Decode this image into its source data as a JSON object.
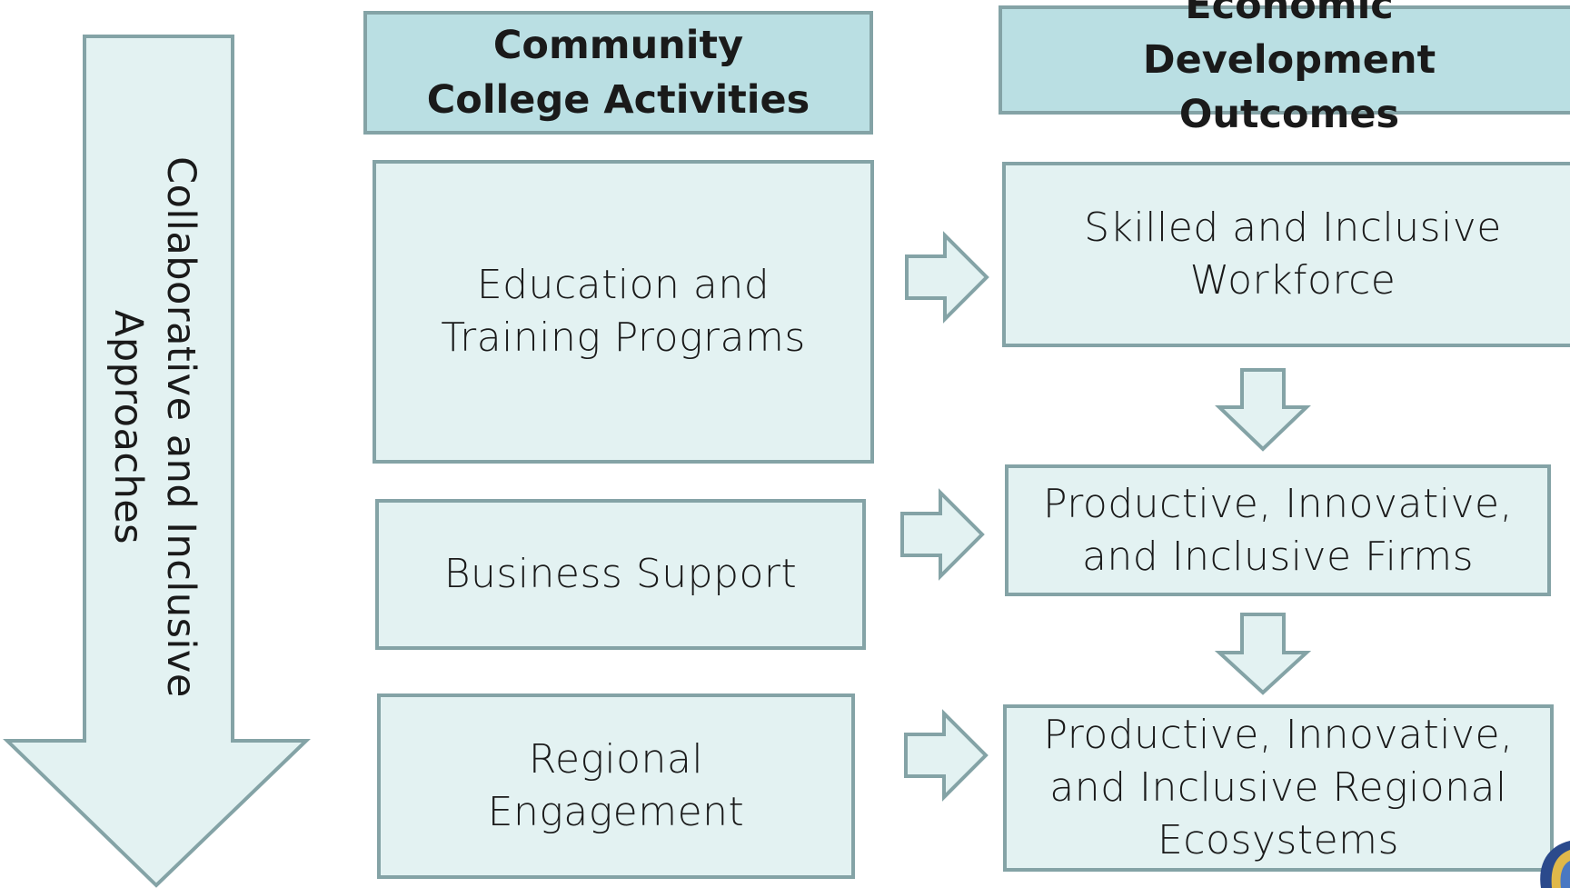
{
  "headers": {
    "activities": "Community College Activities",
    "outcomes": "Economic Development Outcomes"
  },
  "side_label": "Collaborative and Inclusive Approaches",
  "activities": [
    "Education and Training Programs",
    "Business Support",
    "Regional Engagement"
  ],
  "outcomes": [
    "Skilled and Inclusive Workforce",
    "Productive, Innovative, and Inclusive Firms",
    "Productive, Innovative, and Inclusive Regional Ecosystems"
  ],
  "colors": {
    "border": "#84a3a6",
    "box_fill": "#e3f2f2",
    "header_fill": "#badfe3"
  }
}
